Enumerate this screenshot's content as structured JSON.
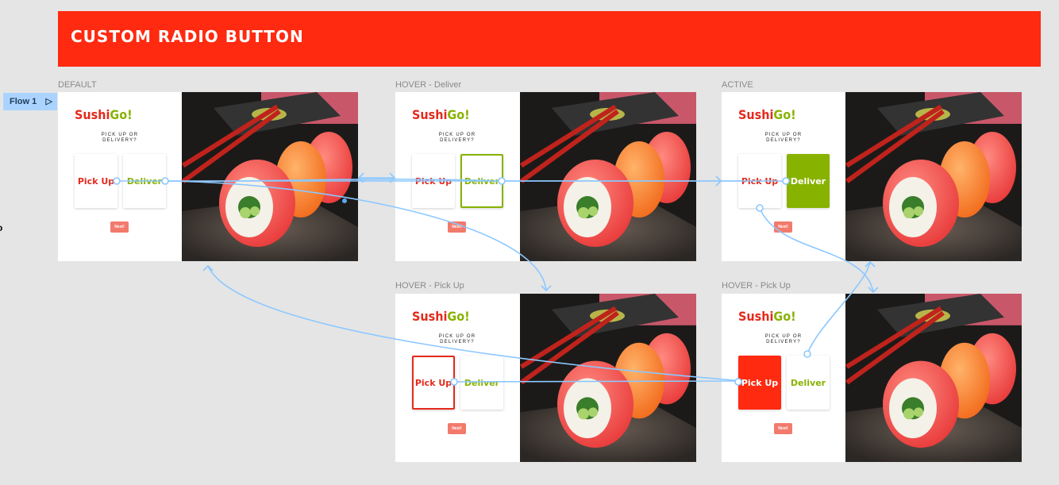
{
  "banner": {
    "title": "CUSTOM RADIO BUTTON"
  },
  "flow_tag": {
    "label": "Flow 1"
  },
  "brand": {
    "part1": "Sushi",
    "part2": "Go!"
  },
  "question": {
    "line1": "PICK UP OR",
    "line2": "DELIVERY?"
  },
  "options": {
    "pick": "Pick Up",
    "deliver": "Deliver"
  },
  "next_label": "Next!",
  "frames": {
    "default": {
      "label": "DEFAULT"
    },
    "hover_deliver": {
      "label": "HOVER - Deliver"
    },
    "active": {
      "label": "ACTIVE"
    },
    "hover_pick_1": {
      "label": "HOVER - Pick Up"
    },
    "hover_pick_2": {
      "label": "HOVER - Pick Up"
    }
  },
  "colors": {
    "banner": "#ff2a10",
    "brand_red": "#e32a1c",
    "brand_green": "#88b200",
    "flow_line": "#8cc8ff",
    "next_button": "#f27a6c"
  }
}
